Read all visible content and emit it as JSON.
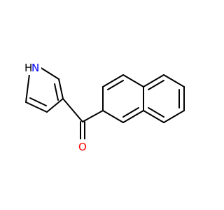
{
  "molecule": {
    "atom_labels": {
      "nitrogen": "N",
      "nitrogen_hydrogen": "H",
      "oxygen": "O"
    },
    "colors": {
      "bond": "#000000",
      "nitrogen": "#0000ff",
      "oxygen": "#ff0000",
      "background": "#ffffff"
    }
  }
}
